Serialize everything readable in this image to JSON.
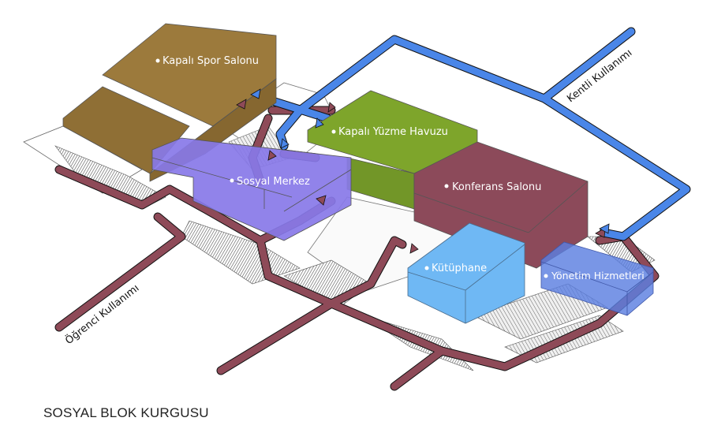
{
  "title": "SOSYAL BLOK KURGUSU",
  "colors": {
    "student_route": "#8e4a58",
    "city_route": "#4a86e8",
    "spor": "#9c7a3c",
    "yuzme": "#7ea52b",
    "konferans": "#8c4a5a",
    "sosyal": "#8878e8",
    "kutuphane": "#6fb8f4",
    "yonetim": "#5b7fe0"
  },
  "blocks": [
    {
      "id": "spor",
      "label": "Kapalı Spor Salonu"
    },
    {
      "id": "yuzme",
      "label": "Kapalı Yüzme Havuzu"
    },
    {
      "id": "sosyal",
      "label": "Sosyal Merkez"
    },
    {
      "id": "konferans",
      "label": "Konferans Salonu"
    },
    {
      "id": "kutuphane",
      "label": "Kütüphane"
    },
    {
      "id": "yonetim",
      "label": "Yönetim Hizmetleri"
    }
  ],
  "routes": [
    {
      "id": "student",
      "label": "Öğrenci Kullanımı"
    },
    {
      "id": "city",
      "label": "Kentli Kullanımı"
    }
  ]
}
